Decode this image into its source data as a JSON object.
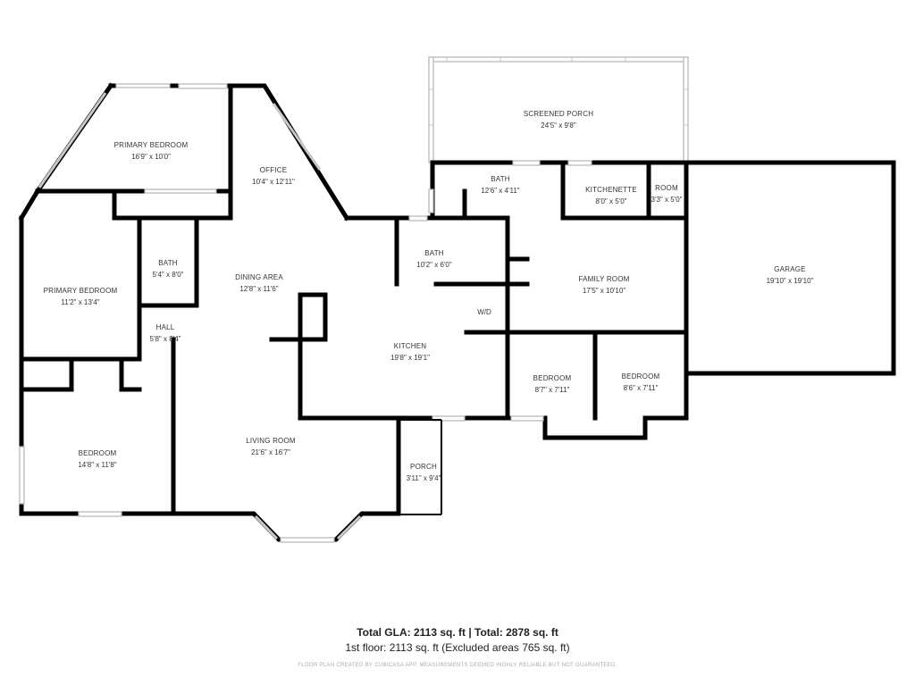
{
  "rooms": {
    "primary_bedroom_1": {
      "name": "PRIMARY BEDROOM",
      "dim": "16'9\" x 10'0\""
    },
    "office": {
      "name": "OFFICE",
      "dim": "10'4\" x 12'11\""
    },
    "primary_bedroom_2": {
      "name": "PRIMARY BEDROOM",
      "dim": "11'2\" x 13'4\""
    },
    "bath_primary": {
      "name": "BATH",
      "dim": "5'4\" x 8'0\""
    },
    "dining_area": {
      "name": "DINING AREA",
      "dim": "12'8\" x 11'6\""
    },
    "hall": {
      "name": "HALL",
      "dim": "5'8\" x 8'4\""
    },
    "bedroom_west": {
      "name": "BEDROOM",
      "dim": "14'8\" x 11'8\""
    },
    "living_room": {
      "name": "LIVING ROOM",
      "dim": "21'6\" x 16'7\""
    },
    "porch": {
      "name": "PORCH",
      "dim": "3'11\" x 9'4\""
    },
    "kitchen": {
      "name": "KITCHEN",
      "dim": "19'8\" x 19'1\""
    },
    "bath_center": {
      "name": "BATH",
      "dim": "10'2\" x 6'0\""
    },
    "screened_porch": {
      "name": "SCREENED PORCH",
      "dim": "24'5\" x 9'8\""
    },
    "bath_north": {
      "name": "BATH",
      "dim": "12'6\" x 4'11\""
    },
    "kitchenette": {
      "name": "KITCHENETTE",
      "dim": "8'0\" x 5'0\""
    },
    "room": {
      "name": "ROOM",
      "dim": "3'3\" x 5'0\""
    },
    "family_room": {
      "name": "FAMILY ROOM",
      "dim": "17'5\" x 10'10\""
    },
    "bedroom_2": {
      "name": "BEDROOM",
      "dim": "8'7\" x 7'11\""
    },
    "bedroom_3": {
      "name": "BEDROOM",
      "dim": "8'6\" x 7'11\""
    },
    "garage": {
      "name": "GARAGE",
      "dim": "19'10\" x 19'10\""
    },
    "wd": {
      "name": "W/D"
    }
  },
  "footer": {
    "totals": "Total GLA: 2113 sq. ft | Total: 2878 sq. ft",
    "floor": "1st floor: 2113 sq. ft (Excluded areas 765 sq. ft)",
    "disclaimer": "FLOOR PLAN CREATED BY CUBICASA APP. MEASUREMENTS DEEMED HIGHLY RELIABLE BUT NOT GUARANTEED."
  },
  "colors": {
    "wall": "#000000",
    "window": "#b5b5b5",
    "text": "#333333"
  }
}
